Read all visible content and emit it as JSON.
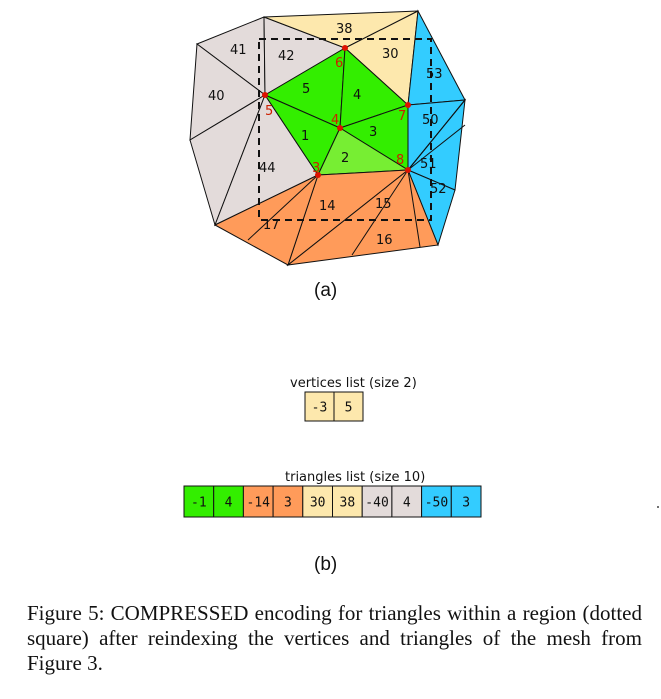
{
  "figure": {
    "subfig_a_label": "(a)",
    "subfig_b_label": "(b)",
    "colors": {
      "green": "#33ee00",
      "light_green": "#77ee33",
      "orange": "#ff9b5a",
      "yellow": "#fde8ad",
      "grey": "#e3dbda",
      "cyan": "#33ccff",
      "vertex_red": "#dd1100",
      "vertex_label_red": "#cc1f00"
    },
    "triangle_labels": [
      "38",
      "41",
      "42",
      "30",
      "6",
      "53",
      "40",
      "5",
      "4",
      "5",
      "7",
      "50",
      "4",
      "1",
      "3",
      "44",
      "3",
      "2",
      "8",
      "51",
      "52",
      "14",
      "15",
      "17",
      "16"
    ],
    "vertices_list": {
      "title": "vertices list (size 2)",
      "cells": [
        {
          "text": "-3",
          "color": "#fde8ad"
        },
        {
          "text": "5",
          "color": "#fde8ad"
        }
      ]
    },
    "triangles_list": {
      "title": "triangles list (size 10)",
      "cells": [
        {
          "text": "-1",
          "color": "#33ee00"
        },
        {
          "text": "4",
          "color": "#33ee00"
        },
        {
          "text": "-14",
          "color": "#ff9b5a"
        },
        {
          "text": "3",
          "color": "#ff9b5a"
        },
        {
          "text": "30",
          "color": "#fde8ad"
        },
        {
          "text": "38",
          "color": "#fde8ad"
        },
        {
          "text": "-40",
          "color": "#e3dbda"
        },
        {
          "text": "4",
          "color": "#e3dbda"
        },
        {
          "text": "-50",
          "color": "#33ccff"
        },
        {
          "text": "3",
          "color": "#33ccff"
        }
      ]
    }
  },
  "caption": {
    "prefix": "Figure 5: ",
    "keyword": "COMPRESSED",
    "rest": " encoding for triangles within a region (dotted square) after reindexing the vertices and triangles of the mesh from Figure 3."
  }
}
